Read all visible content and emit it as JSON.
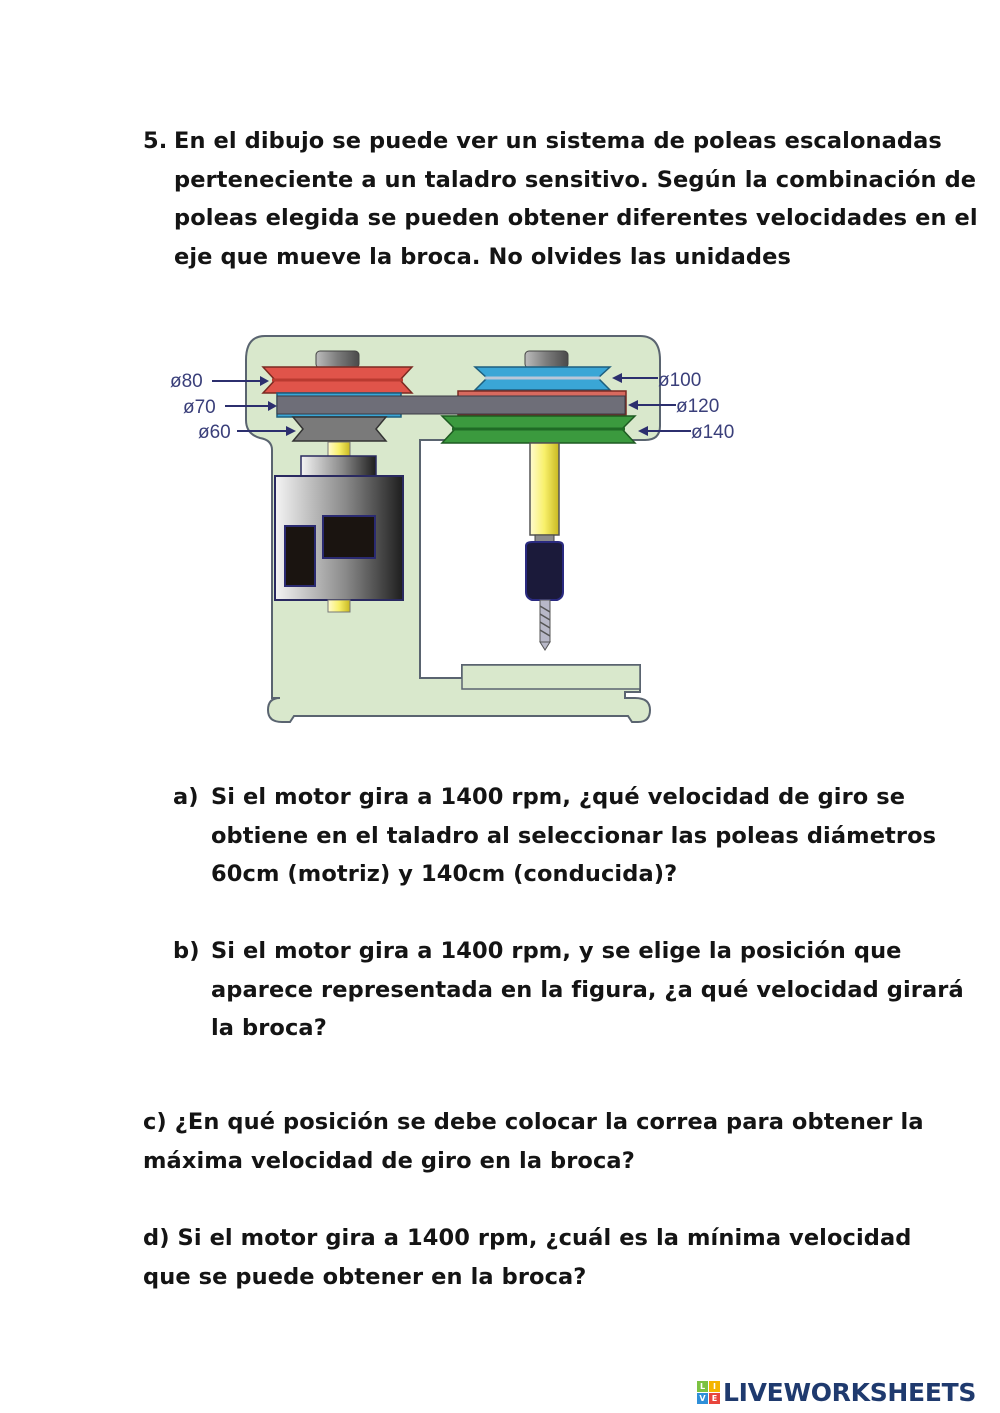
{
  "question5": {
    "number": "5.",
    "lines": [
      "En el dibujo se puede ver un sistema de poleas escalonadas",
      "perteneciente a un taladro sensitivo. Según la combinación de",
      "poleas elegida se pueden obtener diferentes velocidades en el",
      "eje que mueve la broca. No olvides las unidades"
    ]
  },
  "figure": {
    "motor_pulley_labels": [
      "ø80",
      "ø70",
      "ø60"
    ],
    "drill_pulley_labels": [
      "ø100",
      "ø120",
      "ø140"
    ],
    "colors": {
      "frame": "#d9e8cc",
      "frame_border": "#5a6470",
      "red_pulley": "#e0544a",
      "blue_pulley": "#3aa6d6",
      "gray_pulley": "#7a7a7a",
      "green_pulley": "#3b9a3e",
      "belt": "#6e6e78",
      "shaft": "#f5ef7a",
      "label": "#3a3f7a"
    }
  },
  "subquestions": {
    "a": {
      "label": "a)",
      "lines": [
        "Si el motor gira a 1400 rpm, ¿qué velocidad de giro se",
        "obtiene en el taladro al seleccionar las poleas diámetros",
        "60cm (motriz) y 140cm (conducida)?"
      ]
    },
    "b": {
      "label": "b)",
      "lines": [
        "Si el motor gira a 1400 rpm, y se elige la posición que",
        "aparece representada en la figura, ¿a qué velocidad girará",
        "la broca?"
      ]
    },
    "c": {
      "lines": [
        "c) ¿En qué posición se debe colocar la correa para obtener la",
        "máxima velocidad de giro en la broca?"
      ]
    },
    "d": {
      "lines": [
        "d) Si el motor gira a 1400 rpm, ¿cuál es la mínima velocidad",
        "que se puede obtener en la broca?"
      ]
    }
  },
  "footer": {
    "logo_letters": [
      "L",
      "I",
      "V",
      "E"
    ],
    "logo_colors": [
      "#7cc242",
      "#f4b400",
      "#2f8fd8",
      "#e8453c"
    ],
    "brand": "LIVEWORKSHEETS"
  }
}
